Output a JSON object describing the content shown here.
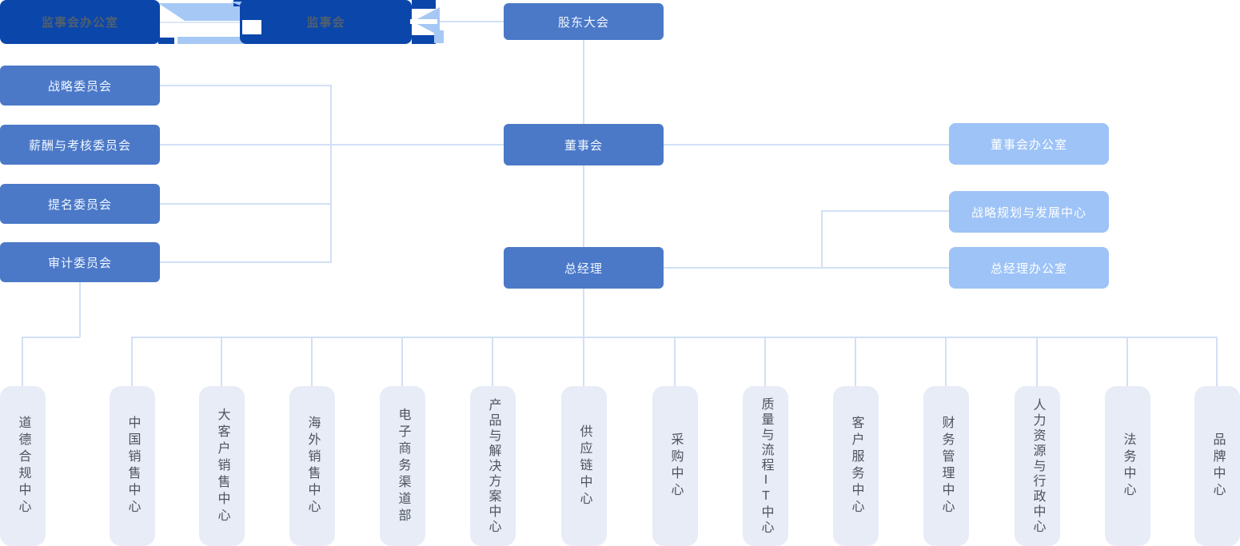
{
  "palette": {
    "dark_blue": "#0b46aa",
    "mid_blue": "#4b79c8",
    "light_blue": "#9dc3f7",
    "decor_blue": "#a6c8f5",
    "line": "#d2e0f5",
    "center_bg": "#e7ecf6",
    "center_text": "#4d545e",
    "dark_text": "#50606f",
    "node_text": "#f2f7fe"
  },
  "nodes": {
    "shareholders_meeting": {
      "label": "股东大会"
    },
    "board": {
      "label": "董事会"
    },
    "general_manager": {
      "label": "总经理"
    },
    "supervisory_board": {
      "label": "监事会"
    },
    "supervisory_board_office": {
      "label": "监事会办公室"
    }
  },
  "committees": [
    {
      "label": "战略委员会"
    },
    {
      "label": "薪酬与考核委员会"
    },
    {
      "label": "提名委员会"
    },
    {
      "label": "审计委员会"
    }
  ],
  "offices": [
    {
      "label": "董事会办公室"
    },
    {
      "label": "战略规划与发展中心"
    },
    {
      "label": "总经理办公室"
    }
  ],
  "centers": [
    {
      "label": "道德合规中心"
    },
    {
      "label": "中国销售中心"
    },
    {
      "label": "大客户销售中心"
    },
    {
      "label": "海外销售中心"
    },
    {
      "label": "电子商务渠道部"
    },
    {
      "label": "产品与解决方案中心"
    },
    {
      "label": "供应链中心"
    },
    {
      "label": "采购中心"
    },
    {
      "label": "质量与流程IT中心"
    },
    {
      "label": "客户服务中心"
    },
    {
      "label": "财务管理中心"
    },
    {
      "label": "人力资源与行政中心"
    },
    {
      "label": "法务中心"
    },
    {
      "label": "品牌中心"
    }
  ]
}
